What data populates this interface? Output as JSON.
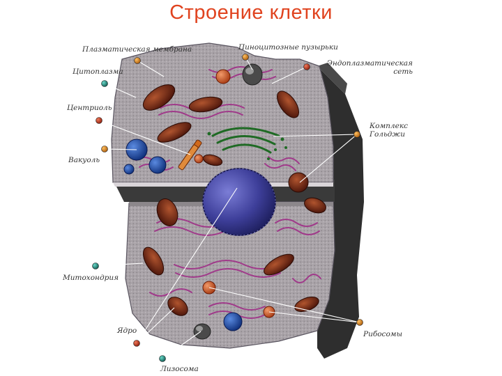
{
  "slide": {
    "title": "Строение клетки"
  },
  "labels": {
    "plasma_membrane": "Плазматическая мембрана",
    "pinocytic_vesicles": "Пиноцитозные пузырьки",
    "er_line1": "Эндоплазматическая",
    "er_line2": "сеть",
    "cytoplasm": "Цитоплазма",
    "centriole": "Центриоль",
    "golgi_line1": "Комплекс",
    "golgi_line2": "Гольджи",
    "vacuole": "Вакуоль",
    "mitochondria": "Митохондрия",
    "nucleus": "Ядро",
    "ribosomes": "Рибосомы",
    "lysosome": "Лизосома"
  },
  "colors": {
    "title": "#e0431f",
    "cytoplasm": "#a9a3a8",
    "mitochondria": "#6a2412",
    "nucleus": "#3e3f9a",
    "vacuole": "#1f4fb0",
    "golgi": "#1f6a24",
    "er": "#a03a8a",
    "pin_red": "#b0321c",
    "pin_orange": "#d0861c",
    "pin_teal": "#1f8f86"
  }
}
